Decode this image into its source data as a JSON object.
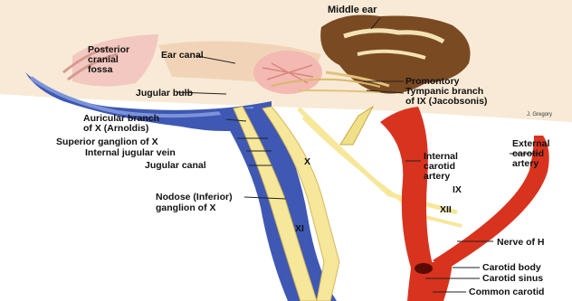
{
  "labels": {
    "middle_ear": "Middle ear",
    "posterior_1": "Posterior",
    "posterior_2": "cranial",
    "posterior_3": "fossa",
    "ear_canal": "Ear canal",
    "jugular_bulb": "Jugular bulb",
    "promontory": "Promontory",
    "tympanic_1": "Tympanic branch",
    "tympanic_2": "of IX (Jacobsonis)",
    "auricular_1": "Auricular branch",
    "auricular_2": "of X (Arnoldis)",
    "superior_ganglion": "Superior ganglion of X",
    "internal_jugular_vein": "Internal jugular vein",
    "jugular_canal": "Jugular canal",
    "x_nerve": "X",
    "nodose_1": "Nodose (Inferior)",
    "nodose_2": "ganglion of X",
    "xi_nerve": "XI",
    "ix_nerve": "IX",
    "xii_nerve": "XII",
    "ica_1": "Internal",
    "ica_2": "carotid",
    "ica_3": "artery",
    "eca_1": "External",
    "eca_2": "carotid",
    "eca_3": "artery",
    "nerve_of_h": "Nerve of H",
    "carotid_body": "Carotid body",
    "carotid_sinus": "Carotid sinus",
    "common_carotid": "Common carotid",
    "signature": "J. Gregory"
  },
  "colors": {
    "background": "#fbeedd",
    "bone": "#efd9b8",
    "vein": "#3e58b4",
    "artery": "#d8331e",
    "nerve": "#f6e79a",
    "middle_ear": "#7a4a22"
  }
}
